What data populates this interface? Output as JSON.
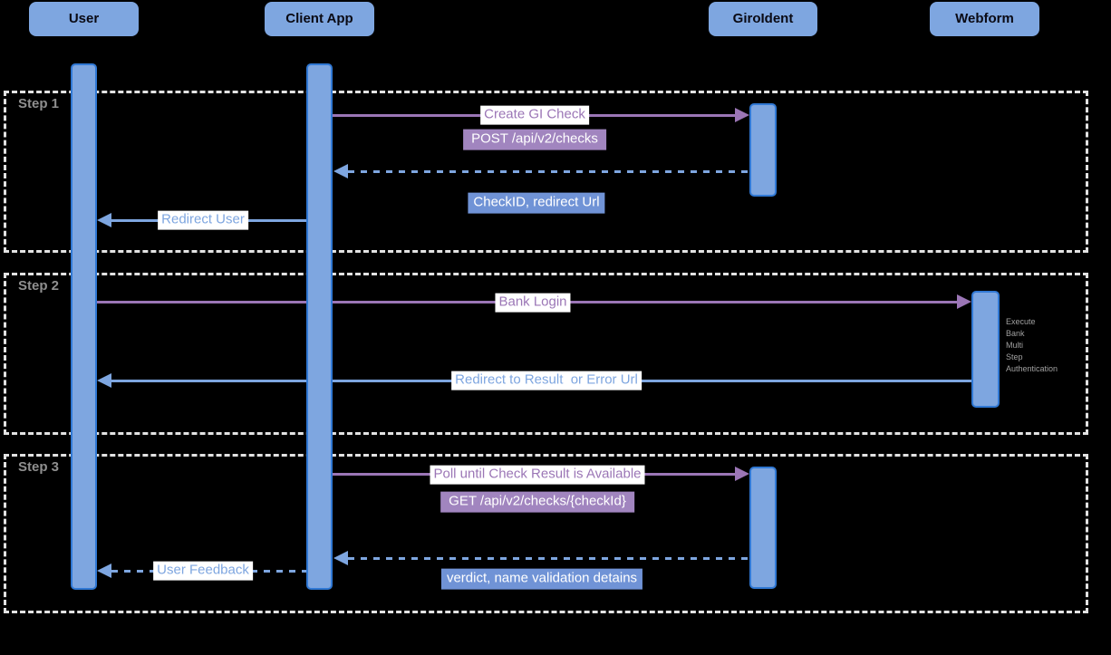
{
  "title": "GiroIdent check sequence diagram",
  "colors": {
    "bg": "#000000",
    "actorFill": "#7EA6E0",
    "barFill": "#7EA6E0",
    "barStroke": "#3078D4",
    "purple": "#9B76B6",
    "purpleBox": "#A185BF",
    "blue": "#7EA6E0",
    "blueBox": "#7093D6",
    "frame": "#E2E2E2",
    "stepLabel": "#8F8F8F",
    "noteGray": "#A0A0A0",
    "labelBg": "#FFFFFF"
  },
  "actors": {
    "user": "User",
    "client": "Client App",
    "giroident": "GiroIdent",
    "webform": "Webform"
  },
  "steps": {
    "step1": "Step 1",
    "step2": "Step 2",
    "step3": "Step 3"
  },
  "step1": {
    "create_check": "Create GI Check",
    "post_endpoint": "POST /api/v2/checks",
    "checkid_return": "CheckID, redirect Url",
    "redirect_user": "Redirect User"
  },
  "step2": {
    "bank_login": "Bank Login",
    "redirect_result": "Redirect to Result  or Error Url",
    "webform_note": "Execute\nBank\nMulti\nStep\nAuthentication"
  },
  "step3": {
    "poll": "Poll until Check Result is Available",
    "get_endpoint": "GET /api/v2/checks/{checkId}",
    "verdict_return": "verdict, name validation detains",
    "user_feedback": "User Feedback"
  }
}
